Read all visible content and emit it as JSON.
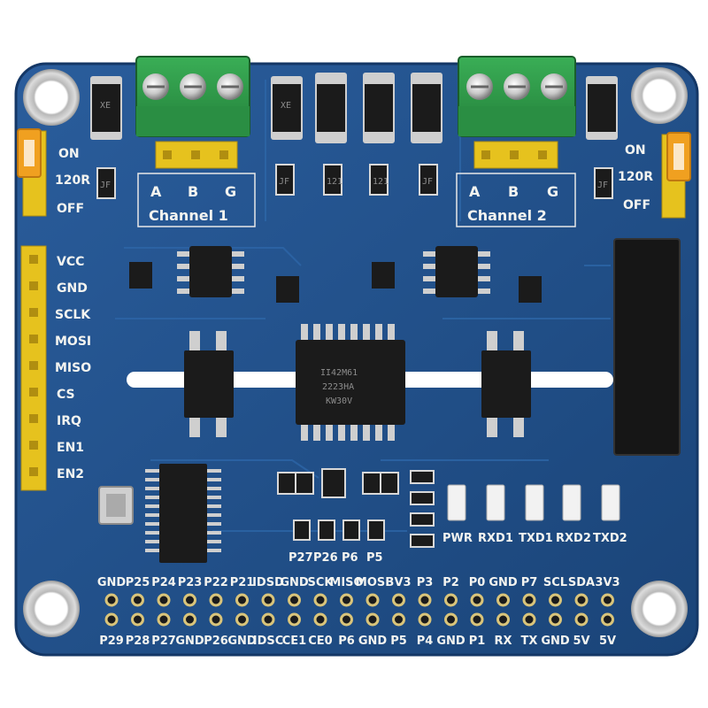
{
  "board": {
    "colors": {
      "pcb": "#1f4f8a",
      "pcb_dark": "#173e6e",
      "silkscreen": "#f4f4f0",
      "terminal_green": "#2f9a48",
      "header_yellow": "#e6c21e",
      "jumper_orange": "#f0a020",
      "chip_black": "#1b1b1b",
      "led_white": "#f2f2f2"
    },
    "channel1": {
      "label": "Channel 1",
      "pins": [
        "A",
        "B",
        "G"
      ]
    },
    "channel2": {
      "label": "Channel 2",
      "pins": [
        "A",
        "B",
        "G"
      ]
    },
    "jumper_left": [
      "ON",
      "120R",
      "OFF"
    ],
    "jumper_right": [
      "ON",
      "120R",
      "OFF"
    ],
    "spi_pins": [
      "VCC",
      "GND",
      "SCLK",
      "MOSI",
      "MISO",
      "CS",
      "IRQ",
      "EN1",
      "EN2"
    ],
    "top_row": [
      "GND",
      "P25",
      "P24",
      "P23",
      "P22",
      "P21",
      "IDSD",
      "GND",
      "SCK",
      "MISO",
      "MOSI",
      "3V3",
      "P3",
      "P2",
      "P0",
      "GND",
      "P7",
      "SCL",
      "SDA",
      "3V3"
    ],
    "bottom_row": [
      "P29",
      "P28",
      "P27",
      "GND",
      "P26",
      "GND",
      "IDSC",
      "CE1",
      "CE0",
      "P6",
      "GND",
      "P5",
      "P4",
      "GND",
      "P1",
      "RX",
      "TX",
      "GND",
      "5V",
      "5V"
    ],
    "mid_pins": [
      "P27",
      "P26",
      "P6",
      "P5"
    ],
    "leds": [
      "PWR",
      "RXD1",
      "TXD1",
      "RXD2",
      "TXD2"
    ],
    "chip_text": [
      "II42M61",
      "2223HA",
      "KW30V"
    ],
    "diode_text": "XE",
    "resistor_texts": [
      "JF",
      "JF",
      "JF",
      "JF",
      "121",
      "121"
    ]
  }
}
